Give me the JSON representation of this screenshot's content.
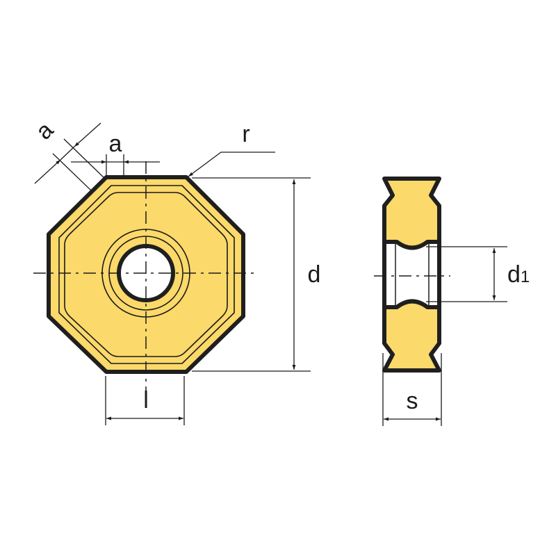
{
  "diagram": {
    "title": "Octagonal indexable insert - dimension drawing",
    "colors": {
      "insert_fill": "#FBD96A",
      "outline": "#1f1f1f",
      "line": "#1a1a1a",
      "background": "#ffffff"
    },
    "views": [
      {
        "id": "top-view",
        "description": "Octagonal insert, top view with central hole"
      },
      {
        "id": "side-view",
        "description": "Insert cross-section side view"
      }
    ],
    "dimensions": {
      "a_diagonal": "a",
      "a_horizontal": "a",
      "r": "r",
      "d": "d",
      "l": "l",
      "d1_main": "d",
      "d1_sub": "1",
      "s": "s"
    }
  }
}
